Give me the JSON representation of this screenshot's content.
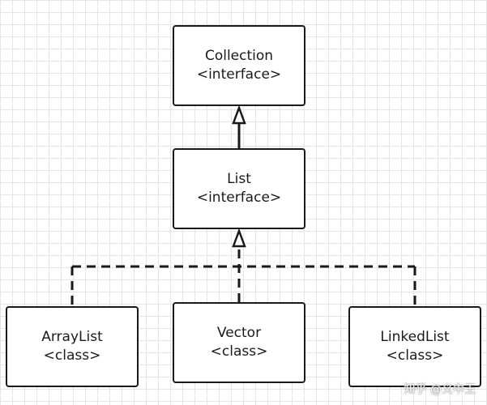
{
  "nodes": {
    "collection": {
      "name": "Collection",
      "stereotype": "<interface>"
    },
    "list": {
      "name": "List",
      "stereotype": "<interface>"
    },
    "arraylist": {
      "name": "ArrayList",
      "stereotype": "<class>"
    },
    "vector": {
      "name": "Vector",
      "stereotype": "<class>"
    },
    "linkedlist": {
      "name": "LinkedList",
      "stereotype": "<class>"
    }
  },
  "edges": [
    {
      "from": "list",
      "to": "collection",
      "style": "solid",
      "arrowhead": "hollow-triangle"
    },
    {
      "from": "arraylist",
      "to": "list",
      "style": "dashed",
      "arrowhead": "hollow-triangle"
    },
    {
      "from": "vector",
      "to": "list",
      "style": "dashed",
      "arrowhead": "hollow-triangle"
    },
    {
      "from": "linkedlist",
      "to": "list",
      "style": "dashed",
      "arrowhead": "hollow-triangle"
    }
  ],
  "watermark": "知乎 @义中王",
  "colors": {
    "stroke": "#1a1a1a",
    "grid": "#e4e4e4",
    "background": "#ffffff"
  }
}
